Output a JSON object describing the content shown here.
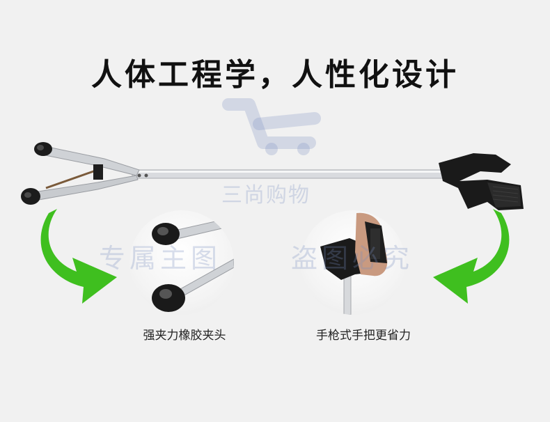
{
  "headline": "人体工程学，人性化设计",
  "captions": {
    "clamp_head": "强夹力橡胶夹头",
    "handle": "手枪式手把更省力"
  },
  "watermarks": {
    "brand": "三尚购物",
    "exclusive": "专属主图",
    "theft": "盗图必究"
  },
  "colors": {
    "arrow_green": "#3fbf1f",
    "watermark_blue": "#7f97cf",
    "handle_black": "#1a1a1a",
    "rod_silver": "#d7d9dc"
  }
}
